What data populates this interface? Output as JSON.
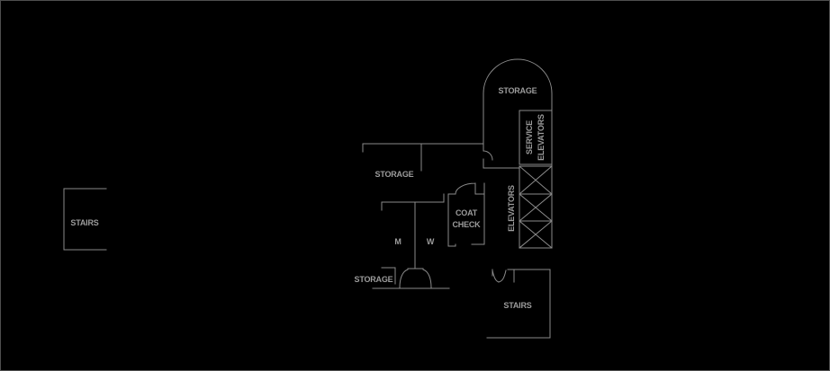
{
  "window": {
    "background_color": "#000000",
    "frame_border_color": "#4f4f4f"
  },
  "plan": {
    "wall_color": "#8a8a8a",
    "label_color": "#9c9c9c",
    "labels": {
      "left_stairs": "STAIRS",
      "mid_storage": "STORAGE",
      "arch_storage": "STORAGE",
      "service_elevators_line1": "SERVICE",
      "service_elevators_line2": "ELEVATORS",
      "elevators": "ELEVATORS",
      "coat_check_line1": "COAT",
      "coat_check_line2": "CHECK",
      "mens_room": "M",
      "womens_room": "W",
      "bottom_storage": "STORAGE",
      "bottom_stairs": "STAIRS"
    }
  }
}
